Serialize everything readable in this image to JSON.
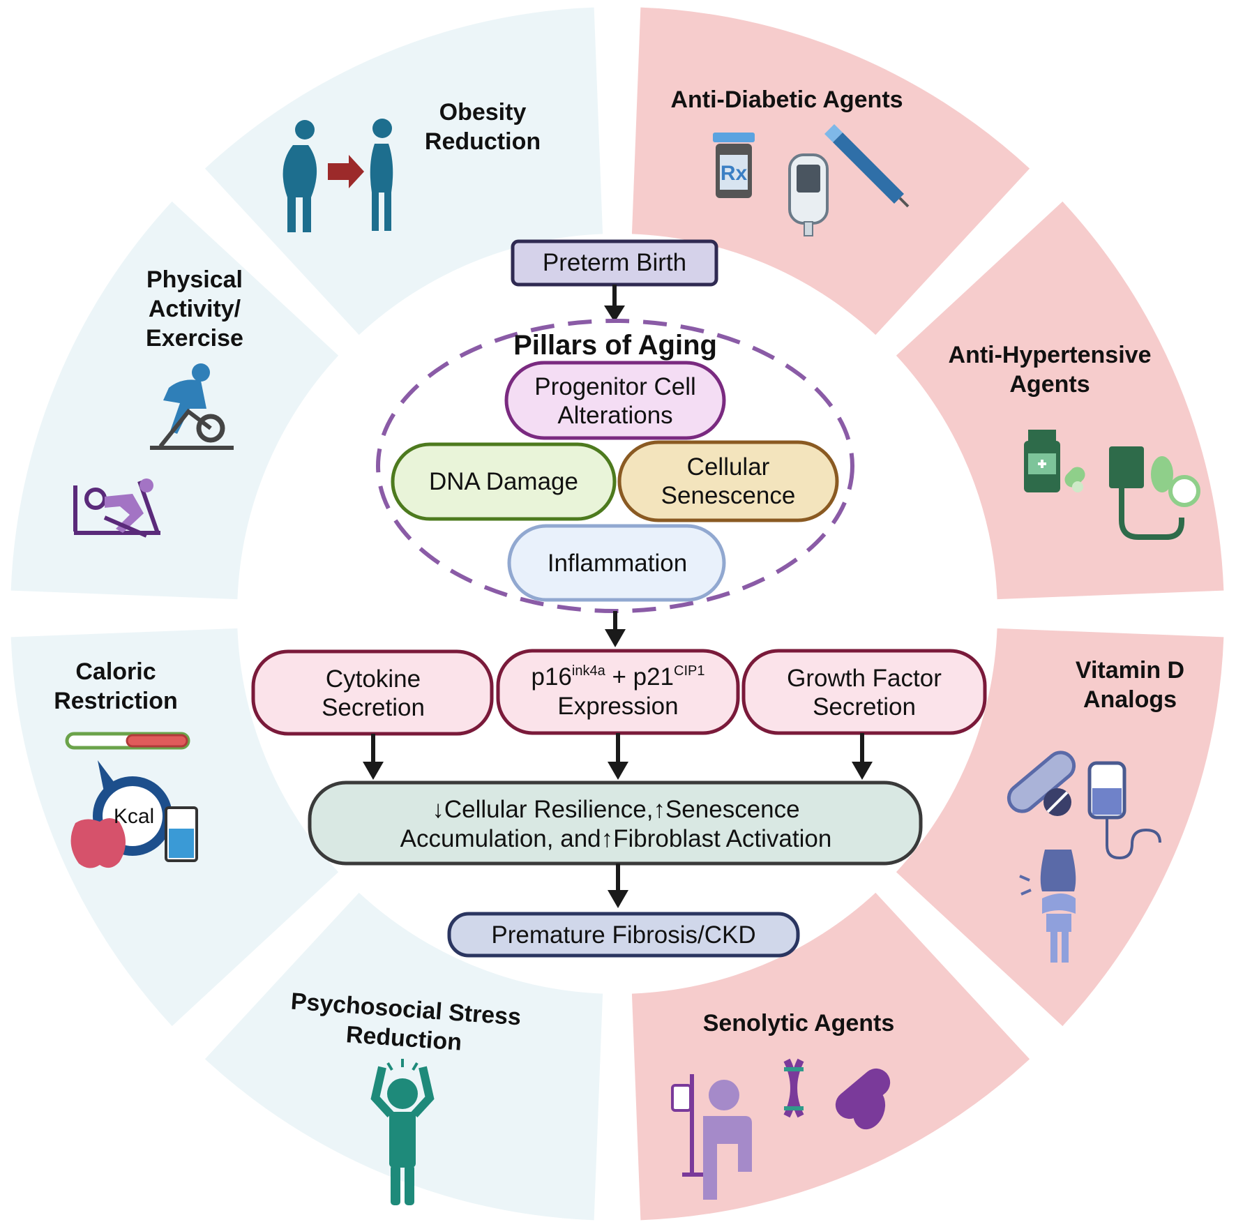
{
  "colors": {
    "lifestyle_fill": "#ecf5f8",
    "pharma_fill": "#f6cccc",
    "dashed_outline": "#8a5ba6",
    "pill_preterm_fill": "#d5d2ea",
    "pill_preterm_stroke": "#2f2a52",
    "progenitor_fill": "#f4ddf4",
    "progenitor_stroke": "#7a2a80",
    "dna_fill": "#e9f4d9",
    "dna_stroke": "#4d7a1e",
    "senescence_fill": "#f3e4bd",
    "senescence_stroke": "#8a5a22",
    "inflammation_fill": "#e9f1fb",
    "inflammation_stroke": "#91a8d0",
    "marker_fill": "#fbe3ea",
    "marker_stroke": "#7a1a3a",
    "outcome_fill": "#d9e8e3",
    "outcome_stroke": "#3a3a3a",
    "final_fill": "#d0d7ea",
    "final_stroke": "#2a3560"
  },
  "segments": {
    "obesity": {
      "line1": "Obesity",
      "line2": "Reduction"
    },
    "physical": {
      "line1": "Physical",
      "line2": "Activity/",
      "line3": "Exercise"
    },
    "caloric": {
      "line1": "Caloric",
      "line2": "Restriction",
      "kcal": "Kcal"
    },
    "psychosocial": {
      "line1": "Psychosocial Stress",
      "line2": "Reduction"
    },
    "antidiabetic": {
      "line1": "Anti-Diabetic Agents",
      "rx": "Rx"
    },
    "antihypertensive": {
      "line1": "Anti-Hypertensive",
      "line2": "Agents"
    },
    "vitamind": {
      "line1": "Vitamin D",
      "line2": "Analogs"
    },
    "senolytic": {
      "line1": "Senolytic Agents"
    }
  },
  "center": {
    "preterm": "Preterm Birth",
    "pillars_title": "Pillars of Aging",
    "progenitor": {
      "line1": "Progenitor Cell",
      "line2": "Alterations"
    },
    "dna": "DNA Damage",
    "senescence": {
      "line1": "Cellular",
      "line2": "Senescence"
    },
    "inflammation": "Inflammation",
    "cytokine": {
      "line1": "Cytokine",
      "line2": "Secretion"
    },
    "p16": {
      "base1": "p16",
      "sup1": "ink4a",
      "mid": " + p21",
      "sup2": "CIP1",
      "line2": "Expression"
    },
    "growth": {
      "line1": "Growth Factor",
      "line2": "Secretion"
    },
    "outcome": {
      "line1": "↓Cellular Resilience,↑Senescence",
      "line2": "Accumulation, and↑Fibroblast Activation"
    },
    "final": "Premature Fibrosis/CKD"
  }
}
